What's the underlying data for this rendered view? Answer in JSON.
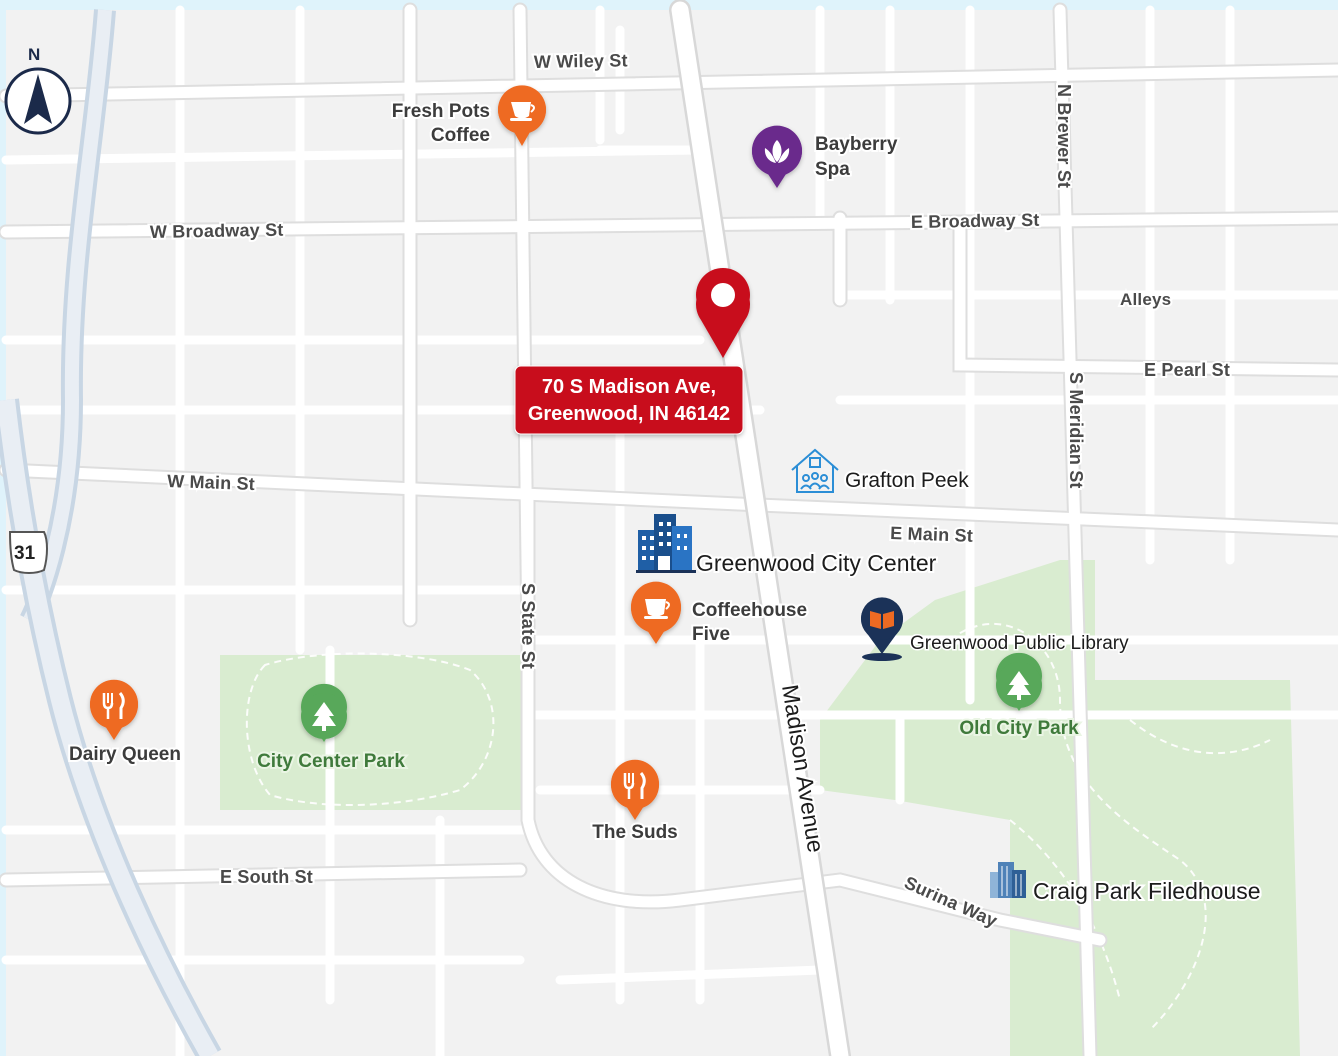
{
  "compass": {
    "label": "N"
  },
  "highway_shield": {
    "label": "31"
  },
  "address_callout": {
    "line1": "70 S Madison Ave,",
    "line2": "Greenwood, IN 46142"
  },
  "streets": {
    "w_wiley": "W Wiley St",
    "w_broadway": "W Broadway St",
    "e_broadway": "E Broadway St",
    "n_brewer": "N Brewer St",
    "alleys": "Alleys",
    "e_pearl": "E Pearl St",
    "s_meridian": "S Meridian St",
    "w_main": "W Main St",
    "e_main": "E Main St",
    "s_state": "S State St",
    "madison": "Madison Avenue",
    "e_south": "E South St",
    "surina": "Surina Way"
  },
  "pois": {
    "fresh_pots_line1": "Fresh Pots",
    "fresh_pots_line2": "Coffee",
    "bayberry_line1": "Bayberry",
    "bayberry_line2": "Spa",
    "grafton": "Grafton Peek",
    "city_center": "Greenwood City Center",
    "coffeehouse_line1": "Coffeehouse",
    "coffeehouse_line2": "Five",
    "library": "Greenwood Public Library",
    "dairy_queen": "Dairy Queen",
    "city_center_park": "City Center Park",
    "old_city_park": "Old City Park",
    "the_suds": "The Suds",
    "craig_park": "Craig Park Filedhouse"
  },
  "colors": {
    "pin_red": "#c8101e",
    "orange_marker": "#ee6a22",
    "purple_marker": "#6a2a8c",
    "green_marker": "#58a85a",
    "library_blue": "#1b3258",
    "building_blue": "#1f5fa6",
    "park_green": "#d9ecd0"
  },
  "icons": {
    "compass": "north-arrow-icon",
    "coffee": "coffee-cup-icon",
    "spa": "lotus-icon",
    "restaurant": "fork-knife-icon",
    "park": "tree-icon",
    "library": "book-pin-icon",
    "building": "office-building-icon",
    "house": "community-house-icon",
    "location": "location-pin-icon"
  }
}
